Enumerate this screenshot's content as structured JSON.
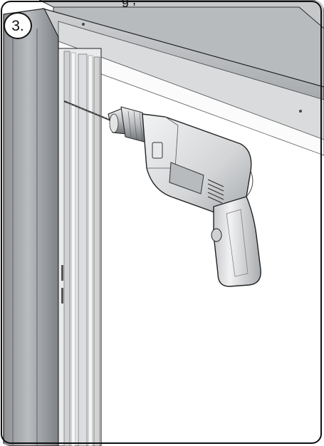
{
  "step": {
    "label": "3."
  },
  "top_text_fragment": "g , ",
  "illustration": {
    "subject": "drill-drilling-window-frame",
    "frame_color": "#9ea1a4",
    "frame_dark": "#6f7276",
    "frame_light": "#e5e6e7",
    "drill_body": "#d8d9db",
    "drill_shadow": "#a8abae",
    "line_color": "#111111"
  }
}
